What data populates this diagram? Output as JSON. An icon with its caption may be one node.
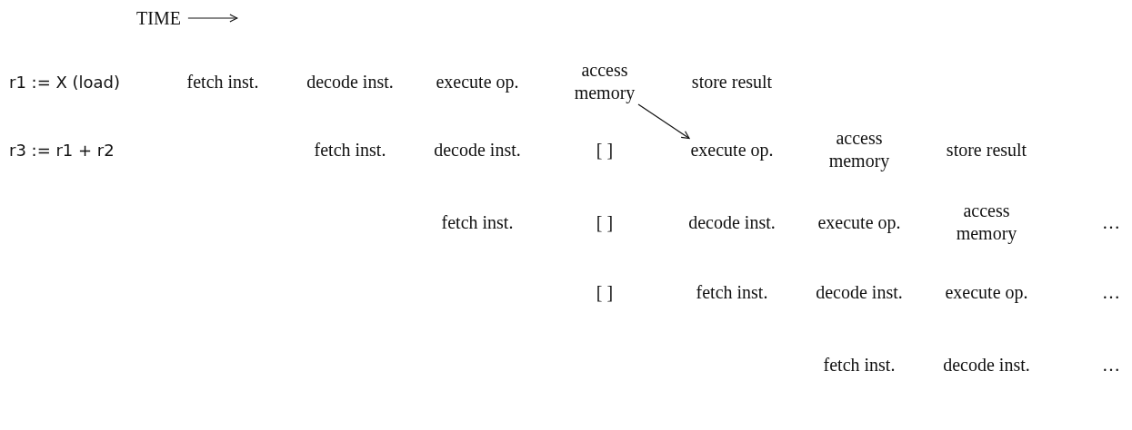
{
  "diagram": {
    "nodes": [
      {
        "text": [
          "access memory"
        ]
      },
      {
        "text": [
          "execute op."
        ]
      }
    ],
    "edges": [
      {
        "from": 0,
        "to": 1,
        "arrow": "to"
      }
    ],
    "labels": [
      "TIME",
      "r1 := X (load)",
      "fetch inst.",
      "decode inst.",
      "execute op.",
      "store result",
      "r3 := r1 + r2",
      "fetch inst.",
      "decode inst.",
      "[ ]",
      "access memory",
      "store result",
      "fetch inst.",
      "[ ]",
      "decode inst.",
      "execute op.",
      "access memory",
      "…",
      "[ ]",
      "fetch inst.",
      "decode inst.",
      "execute op.",
      "…",
      "fetch inst.",
      "decode inst.",
      "…"
    ]
  }
}
